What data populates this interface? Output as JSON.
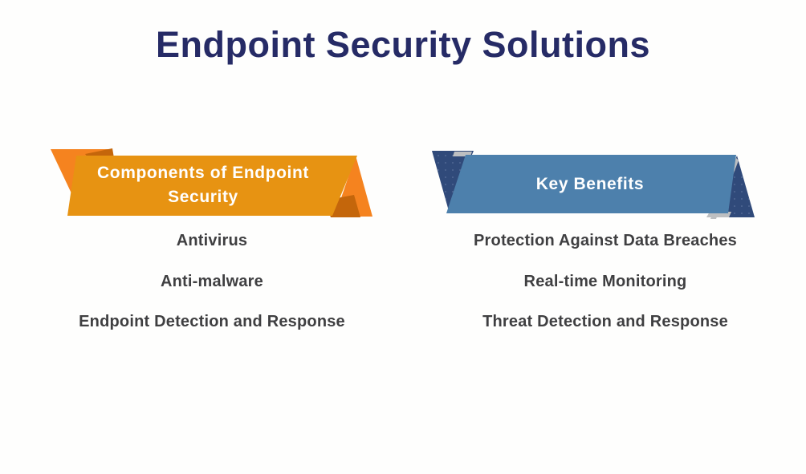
{
  "title": "Endpoint Security Solutions",
  "colors": {
    "title_text": "#262B66",
    "orange_banner_main": "#E79312",
    "orange_banner_fold_bright": "#F5831F",
    "orange_banner_fold_shadow": "#C4660B",
    "blue_banner_main": "#4D80AC",
    "blue_banner_fold_navy": "#304A7A",
    "fold_edge_gray": "#BDBFC1",
    "list_item_text": "#3F3F41",
    "banner_label_text": "#FFFFFF",
    "background": "#FEFEFD"
  },
  "columns": [
    {
      "banner": {
        "label": "Components of Endpoint Security",
        "theme": "orange"
      },
      "items": [
        "Antivirus",
        "Anti-malware",
        "Endpoint Detection and Response"
      ]
    },
    {
      "banner": {
        "label": "Key Benefits",
        "theme": "blue"
      },
      "items": [
        "Protection Against Data Breaches",
        "Real-time Monitoring",
        "Threat Detection and Response"
      ]
    }
  ]
}
